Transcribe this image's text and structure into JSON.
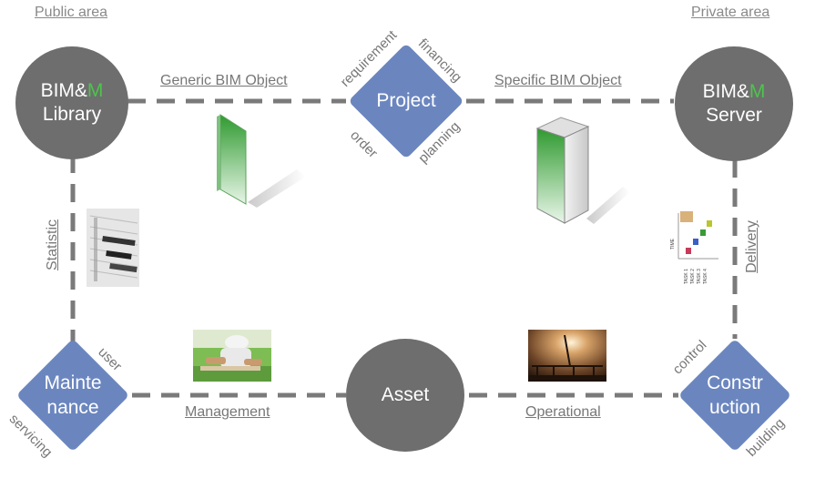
{
  "areas": {
    "public": "Public area",
    "private": "Private area"
  },
  "nodes": {
    "library": {
      "line1_pre": "BIM&",
      "line1_m": "M",
      "line2": "Library"
    },
    "server": {
      "line1_pre": "BIM&",
      "line1_m": "M",
      "line2": "Server"
    },
    "project": {
      "label": "Project"
    },
    "asset": {
      "label": "Asset"
    },
    "maintenance": {
      "line1": "Mainte",
      "line2": "nance"
    },
    "construction": {
      "line1": "Constr",
      "line2": "uction"
    }
  },
  "edges": {
    "generic": "Generic BIM Object",
    "specific": "Specific BIM Object",
    "statistic": "Statistic",
    "delivery": "Delivery",
    "management": "Management",
    "operational": "Operational"
  },
  "side_labels": {
    "requirement": "requirement",
    "financing": "financing",
    "order": "order",
    "planning": "planning",
    "user": "user",
    "servicing": "servicing",
    "control": "control",
    "building": "building"
  },
  "gantt": {
    "time": "TIME",
    "tasks": [
      "TASK 1",
      "TASK 2",
      "TASK 3",
      "TASK 4"
    ]
  },
  "colors": {
    "node_gray": "#6e6e6e",
    "node_blue": "#6b86bf",
    "accent_green": "#4dc44d",
    "connector": "#7a7a7a"
  }
}
